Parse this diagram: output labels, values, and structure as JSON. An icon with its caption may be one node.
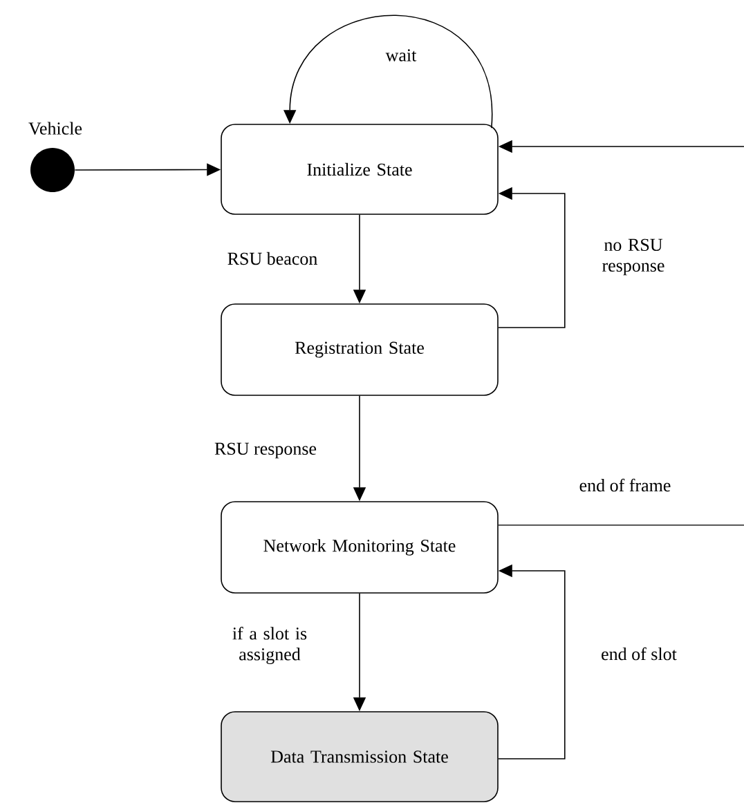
{
  "diagram": {
    "nodes": [
      {
        "text": [
          "Vehicle"
        ]
      },
      {
        "text": [
          "Initialize State"
        ]
      },
      {
        "text": [
          "Registration State"
        ]
      },
      {
        "text": [
          "Network Monitoring State"
        ]
      },
      {
        "text": [
          "Data Transmission State"
        ]
      }
    ],
    "edges": [
      {
        "from": 0,
        "to": 1,
        "arrow": "to"
      },
      {
        "from": 1,
        "to": 1,
        "arrow": "to",
        "label": "wait"
      },
      {
        "from": 1,
        "to": 2,
        "arrow": "to",
        "label": "RSU beacon"
      },
      {
        "from": 2,
        "to": 1,
        "arrow": "to",
        "label": "no RSU response"
      },
      {
        "from": 2,
        "to": 3,
        "arrow": "to",
        "label": "RSU response"
      },
      {
        "from": 3,
        "to": 1,
        "arrow": "to",
        "label": "end of frame"
      },
      {
        "from": 3,
        "to": 4,
        "arrow": "to",
        "label": "if a slot is assigned"
      },
      {
        "from": 4,
        "to": 3,
        "arrow": "to",
        "label": "end of slot"
      }
    ]
  }
}
